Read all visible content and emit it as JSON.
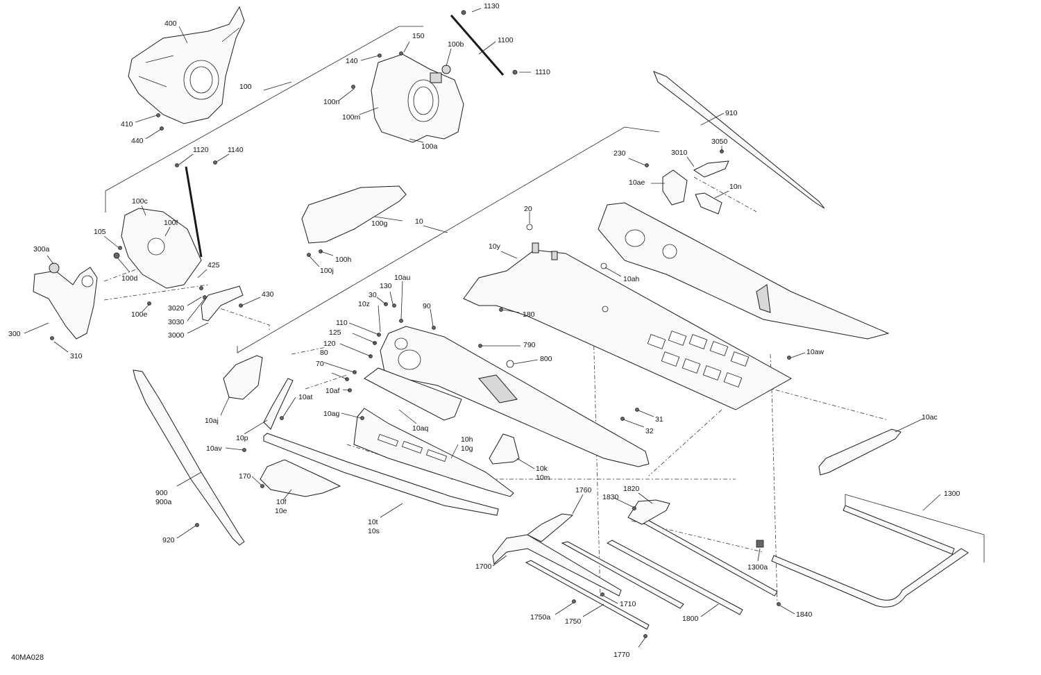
{
  "diagram_ref": "40MA028",
  "callouts": {
    "c1130": "1130",
    "c1100": "1100",
    "c1110": "1110",
    "c400": "400",
    "c150": "150",
    "c140": "140",
    "c100b": "100b",
    "c100": "100",
    "c100n": "100n",
    "c100m": "100m",
    "c100a": "100a",
    "c410": "410",
    "c440": "440",
    "c910": "910",
    "c1120": "1120",
    "c1140": "1140",
    "c3050": "3050",
    "c230": "230",
    "c3010": "3010",
    "c10ae": "10ae",
    "c10n": "10n",
    "c100c": "100c",
    "c100f": "100f",
    "c105": "105",
    "c100g": "100g",
    "c10": "10",
    "c20": "20",
    "c10y": "10y",
    "c300a": "300a",
    "c100d": "100d",
    "c100h": "100h",
    "c100j": "100j",
    "c425": "425",
    "c10ah": "10ah",
    "c430": "430",
    "c3020": "3020",
    "c3030": "3030",
    "c3000": "3000",
    "c100e": "100e",
    "c300": "300",
    "c310": "310",
    "c10au": "10au",
    "c130": "130",
    "c30": "30",
    "c10z": "10z",
    "c90": "90",
    "c180": "180",
    "c110": "110",
    "c125": "125",
    "c120": "120",
    "c80": "80",
    "c70": "70",
    "c790": "790",
    "c800": "800",
    "c10aw": "10aw",
    "c10af": "10af",
    "c10ag": "10ag",
    "c10aq": "10aq",
    "c10at": "10at",
    "c10aj": "10aj",
    "c10p": "10p",
    "c10av": "10av",
    "c31": "31",
    "c32": "32",
    "c10ac": "10ac",
    "c10h": "10h",
    "c10g": "10g",
    "c10k": "10k",
    "c10m": "10m",
    "c170": "170",
    "c10f": "10f",
    "c10e": "10e",
    "c900": "900",
    "c900a": "900a",
    "c920": "920",
    "c10t": "10t",
    "c10s": "10s",
    "c1760": "1760",
    "c1830": "1830",
    "c1820": "1820",
    "c1300": "1300",
    "c1700": "1700",
    "c1300a": "1300a",
    "c1710": "1710",
    "c1840": "1840",
    "c1750a": "1750a",
    "c1750": "1750",
    "c1800": "1800",
    "c1770": "1770"
  }
}
